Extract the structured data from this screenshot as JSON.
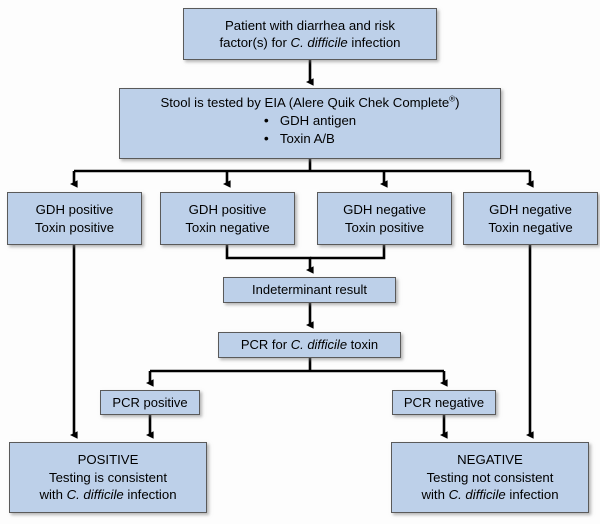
{
  "diagram": {
    "title": "C. difficile testing algorithm flowchart",
    "colors": {
      "node_fill": "#bdd0e9",
      "node_border": "#5a5a5a",
      "connector": "#000000",
      "background": "#fdfdfd"
    },
    "nodes": {
      "patient": {
        "id": "patient-box",
        "line1": "Patient with diarrhea and risk",
        "line2_pre": "factor(s) for ",
        "line2_italic": "C. difficile",
        "line2_post": " infection"
      },
      "stool_test": {
        "id": "stool-test-box",
        "heading": "Stool is tested by EIA (Alere Quik Chek Complete",
        "heading_suffix": ")",
        "registered_mark": "®",
        "bullets": [
          "GDH antigen",
          "Toxin A/B"
        ]
      },
      "result_gdh_pos_toxin_pos": {
        "id": "gdh-positive-toxin-positive-box",
        "line1": "GDH positive",
        "line2": "Toxin positive"
      },
      "result_gdh_pos_toxin_neg": {
        "id": "gdh-positive-toxin-negative-box",
        "line1": "GDH positive",
        "line2": "Toxin negative"
      },
      "result_gdh_neg_toxin_pos": {
        "id": "gdh-negative-toxin-positive-box",
        "line1": "GDH negative",
        "line2": "Toxin positive"
      },
      "result_gdh_neg_toxin_neg": {
        "id": "gdh-negative-toxin-negative-box",
        "line1": "GDH negative",
        "line2": "Toxin negative"
      },
      "indeterminant": {
        "id": "indeterminant-result-box",
        "label": "Indeterminant result"
      },
      "pcr_test": {
        "id": "pcr-test-box",
        "pre": "PCR for ",
        "italic": "C. difficile",
        "post": " toxin"
      },
      "pcr_positive": {
        "id": "pcr-positive-box",
        "label": "PCR positive"
      },
      "pcr_negative": {
        "id": "pcr-negative-box",
        "label": "PCR negative"
      },
      "final_positive": {
        "id": "final-positive-box",
        "line1": "POSITIVE",
        "line2": "Testing is consistent",
        "line3_pre": "with ",
        "line3_italic": "C. difficile",
        "line3_post": " infection"
      },
      "final_negative": {
        "id": "final-negative-box",
        "line1": "NEGATIVE",
        "line2": "Testing not consistent",
        "line3_pre": "with ",
        "line3_italic": "C. difficile",
        "line3_post": " infection"
      }
    },
    "edges": [
      {
        "name": "patient-to-stool-test",
        "from": "patient",
        "to": "stool_test"
      },
      {
        "name": "stool-test-to-gdh-pos-toxin-pos",
        "from": "stool_test",
        "to": "result_gdh_pos_toxin_pos"
      },
      {
        "name": "stool-test-to-gdh-pos-toxin-neg",
        "from": "stool_test",
        "to": "result_gdh_pos_toxin_neg"
      },
      {
        "name": "stool-test-to-gdh-neg-toxin-pos",
        "from": "stool_test",
        "to": "result_gdh_neg_toxin_pos"
      },
      {
        "name": "stool-test-to-gdh-neg-toxin-neg",
        "from": "stool_test",
        "to": "result_gdh_neg_toxin_neg"
      },
      {
        "name": "gdh-pos-toxin-pos-to-final-positive",
        "from": "result_gdh_pos_toxin_pos",
        "to": "final_positive"
      },
      {
        "name": "gdh-pos-toxin-neg-to-indeterminant",
        "from": "result_gdh_pos_toxin_neg",
        "to": "indeterminant"
      },
      {
        "name": "gdh-neg-toxin-pos-to-indeterminant",
        "from": "result_gdh_neg_toxin_pos",
        "to": "indeterminant"
      },
      {
        "name": "gdh-neg-toxin-neg-to-final-negative",
        "from": "result_gdh_neg_toxin_neg",
        "to": "final_negative"
      },
      {
        "name": "indeterminant-to-pcr-test",
        "from": "indeterminant",
        "to": "pcr_test"
      },
      {
        "name": "pcr-test-to-pcr-positive",
        "from": "pcr_test",
        "to": "pcr_positive"
      },
      {
        "name": "pcr-test-to-pcr-negative",
        "from": "pcr_test",
        "to": "pcr_negative"
      },
      {
        "name": "pcr-positive-to-final-positive",
        "from": "pcr_positive",
        "to": "final_positive"
      },
      {
        "name": "pcr-negative-to-final-negative",
        "from": "pcr_negative",
        "to": "final_negative"
      }
    ]
  }
}
